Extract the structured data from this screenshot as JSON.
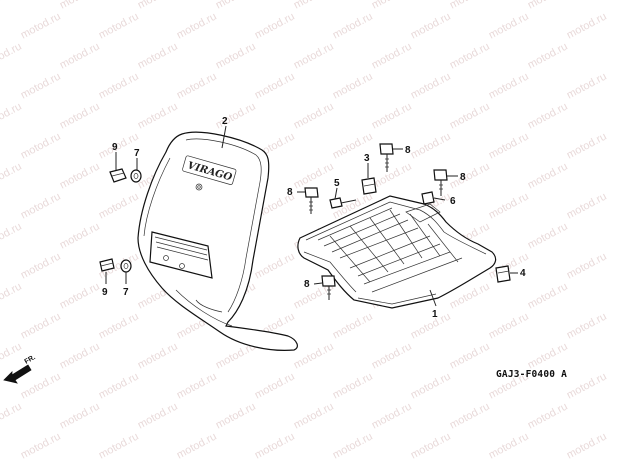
{
  "watermark": {
    "text": "motod.ru"
  },
  "callouts": {
    "c1": "1",
    "c2": "2",
    "c3": "3",
    "c4": "4",
    "c5": "5",
    "c6": "6",
    "c7a": "7",
    "c7b": "7",
    "c8a": "8",
    "c8b": "8",
    "c8c": "8",
    "c8d": "8",
    "c9a": "9",
    "c9b": "9"
  },
  "emblem_text": "VIRAGO",
  "direction": {
    "label": "FR."
  },
  "diagram_code": "GAJ3-F0400 A",
  "colors": {
    "line": "#111111",
    "watermark": "#e9dada",
    "background": "#ffffff"
  },
  "icons": {
    "direction": "arrow-left-down-icon"
  }
}
